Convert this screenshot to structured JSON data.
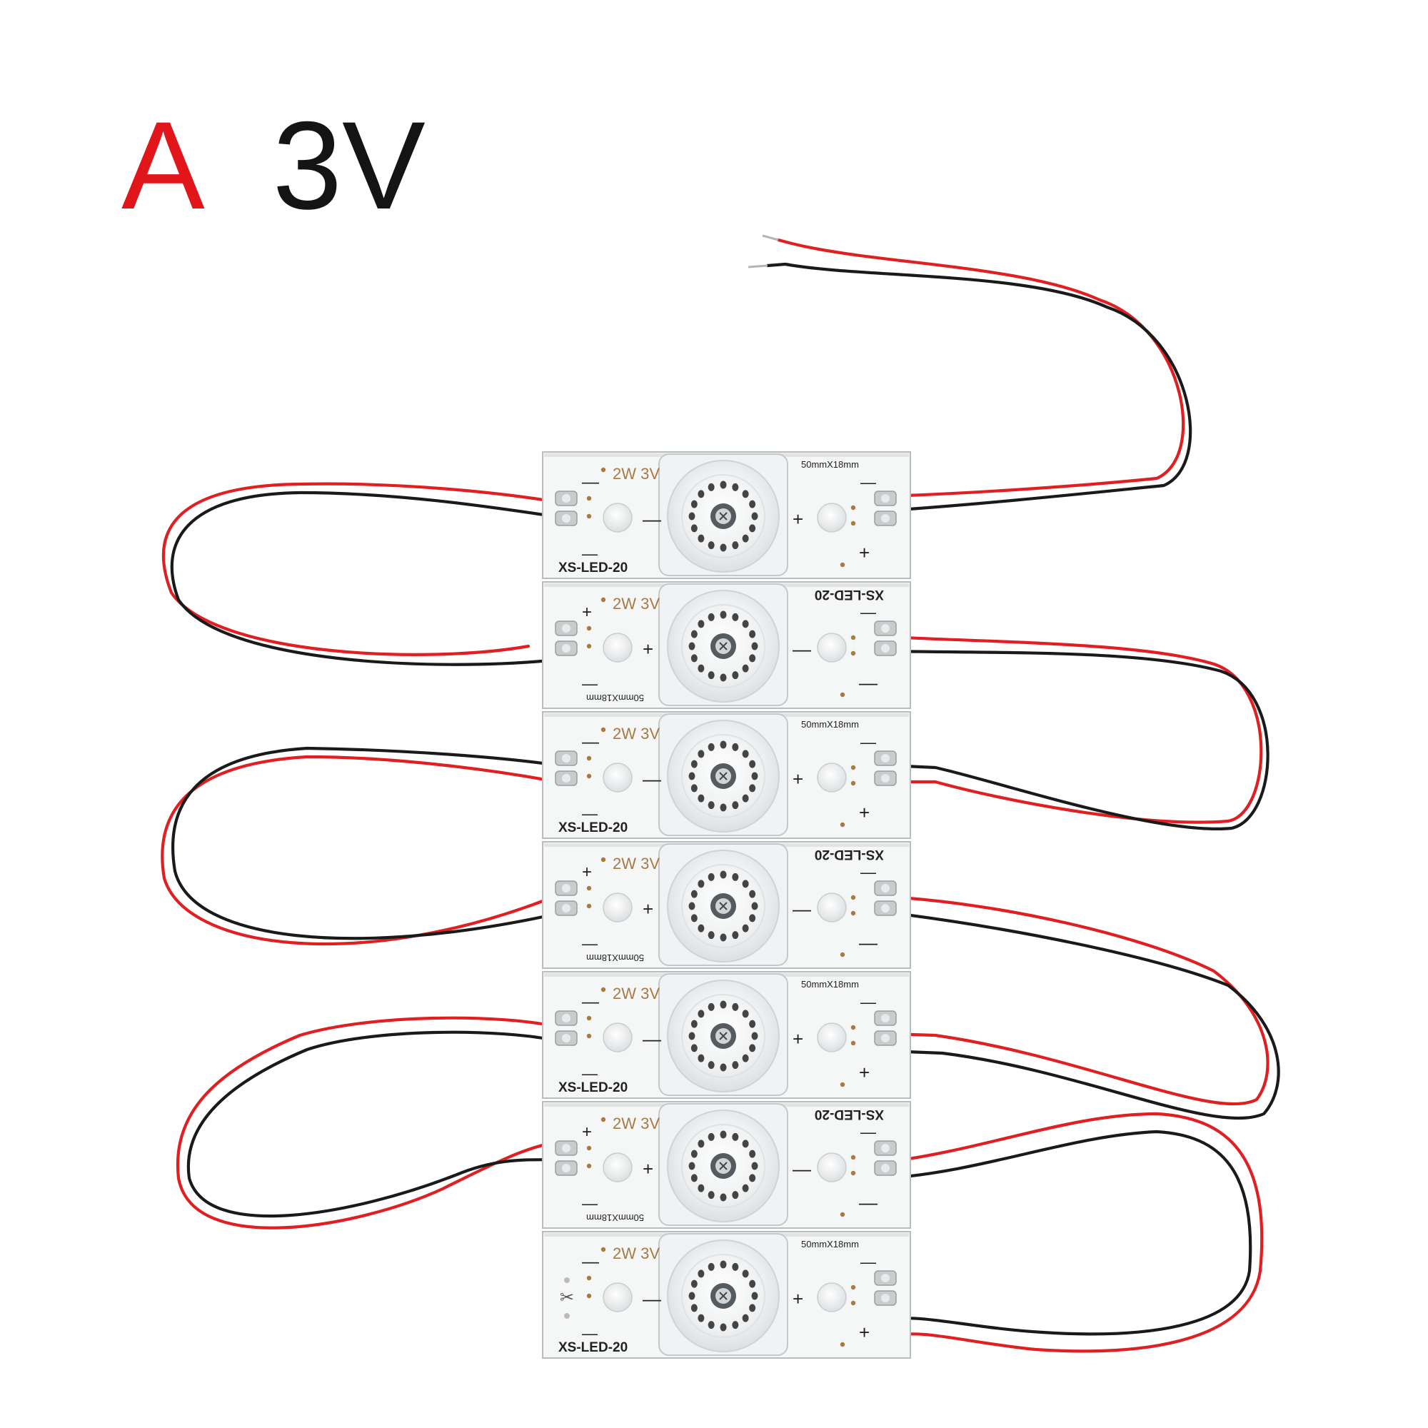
{
  "heading": {
    "variant": "A",
    "voltage": "3V"
  },
  "board": {
    "model": "XS-LED-20",
    "rating": "2W 3V",
    "size": "50mmX18mm",
    "plus": "+",
    "minus": "—"
  },
  "module_count": 7,
  "colors": {
    "wire_red": "#e01f22",
    "wire_black": "#1a1a1a",
    "pcb": "#f5f6f6",
    "silk_text": "#222222",
    "rating_text": "#a77a45",
    "lens_dots": "#444444",
    "heading_red": "#e0161b"
  }
}
